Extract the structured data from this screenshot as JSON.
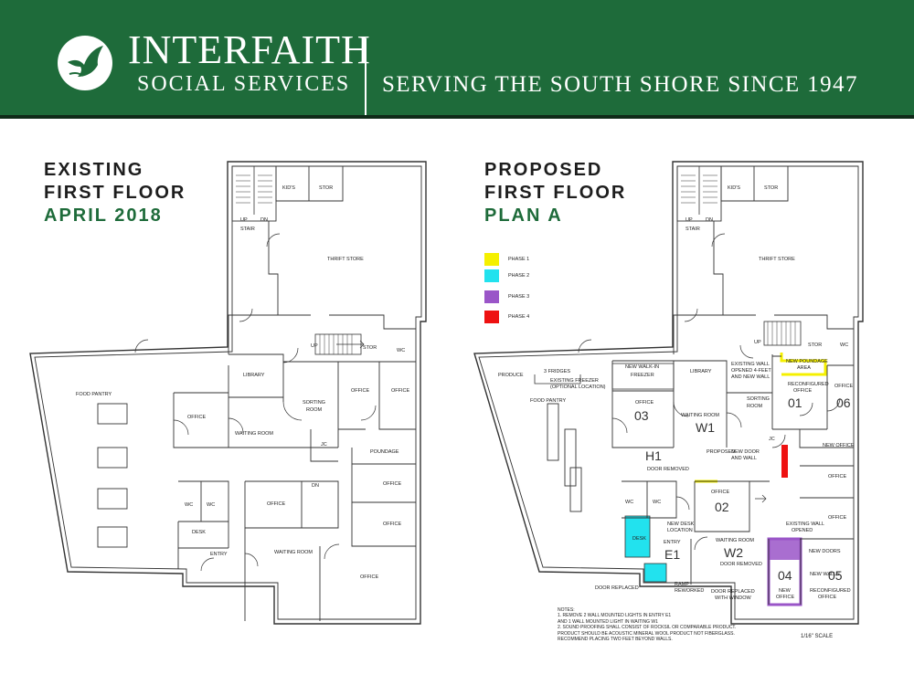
{
  "header": {
    "brand_line1": "INTERFAITH",
    "brand_line2": "SOCIAL SERVICES",
    "tagline": "SERVING THE SOUTH SHORE SINCE 1947",
    "color": "#1e6b3a",
    "logo_icon": "dove-icon"
  },
  "existing": {
    "title_line1": "EXISTING",
    "title_line2": "FIRST FLOOR",
    "title_line3": "APRIL 2018",
    "rooms": {
      "kids": "KID'S",
      "stor_top": "STOR",
      "up": "UP",
      "dn": "DN",
      "stair": "STAIR",
      "thrift": "THRIFT STORE",
      "up2": "UP",
      "stor2": "STOR",
      "wc_right": "WC",
      "library": "LIBRARY",
      "food_pantry": "FOOD PANTRY",
      "office_a": "OFFICE",
      "waiting": "WAITING ROOM",
      "sorting_line1": "SORTING",
      "sorting_line2": "ROOM",
      "office_b": "OFFICE",
      "office_c": "OFFICE",
      "jc": "JC",
      "poundage": "POUNDAGE",
      "office_d": "OFFICE",
      "office_e": "OFFICE",
      "office_f": "OFFICE",
      "wc1": "WC",
      "wc2": "WC",
      "office_g": "OFFICE",
      "dn2": "DN",
      "desk": "DESK",
      "entry": "ENTRY",
      "waiting2": "WAITING ROOM"
    }
  },
  "proposed": {
    "title_line1": "PROPOSED",
    "title_line2": "FIRST FLOOR",
    "title_line3": "PLAN A",
    "legend": [
      {
        "label": "PHASE 1",
        "color": "#f5f000"
      },
      {
        "label": "PHASE 2",
        "color": "#22e2ee"
      },
      {
        "label": "PHASE 3",
        "color": "#9a55c8"
      },
      {
        "label": "PHASE 4",
        "color": "#ee1111"
      }
    ],
    "rooms": {
      "kids": "KID'S",
      "stor_top": "STOR",
      "up": "UP",
      "dn": "DN",
      "stair": "STAIR",
      "thrift": "THRIFT STORE",
      "up2": "UP",
      "stor2": "STOR",
      "wc_right": "WC",
      "produce": "PRODUCE",
      "fridges": "3 FRIDGES",
      "freezer_line1": "EXISTING FREEZER",
      "freezer_line2": "(OPTIONAL LOCATION)",
      "walkin_line1": "NEW WALK-IN",
      "walkin_line2": "FREEZER",
      "library": "LIBRARY",
      "wall_line1": "EXISTING WALL",
      "wall_line2": "OPENED 4-FEET",
      "wall_line3": "AND NEW WALL",
      "poundage_line1": "NEW POUNDAGE",
      "poundage_line2": "AREA",
      "food_pantry": "FOOD PANTRY",
      "office_03": "OFFICE",
      "code_03": "03",
      "waiting_w1": "WAITING ROOM",
      "code_w1": "W1",
      "sorting_line1": "SORTING",
      "sorting_line2": "ROOM",
      "reconf_line1": "RECONFIGURED",
      "reconf_line2": "OFFICE",
      "code_01": "01",
      "office_06": "OFFICE",
      "code_06": "06",
      "jc": "JC",
      "new_office": "NEW OFFICE",
      "code_h1": "H1",
      "door_removed": "DOOR REMOVED",
      "proposed_door_line1": "PROPOSED",
      "proposed_door_line2": "NEW DOOR",
      "proposed_door_line3": "AND WALL",
      "office_right1": "OFFICE",
      "office_02": "OFFICE",
      "code_02": "02",
      "wc1": "WC",
      "wc2": "WC",
      "desk": "DESK",
      "new_desk_line1": "NEW DESK",
      "new_desk_line2": "LOCATION",
      "entry": "ENTRY",
      "code_e1": "E1",
      "existing_wall_opened_line1": "EXISTING WALL",
      "existing_wall_opened_line2": "OPENED",
      "office_right2": "OFFICE",
      "waiting_w2": "WAITING ROOM",
      "code_w2": "W2",
      "door_removed2": "DOOR REMOVED",
      "new_doors": "NEW DOORS",
      "new_walls": "NEW WALLS",
      "code_04": "04",
      "code_05": "05",
      "new_office2_line1": "NEW",
      "new_office2_line2": "OFFICE",
      "reconf2_line1": "RECONFIGURED",
      "reconf2_line2": "OFFICE",
      "door_replaced": "DOOR REPLACED",
      "ramp_line1": "RAMP",
      "ramp_line2": "REWORKED",
      "door_replaced_window_line1": "DOOR REPLACED",
      "door_replaced_window_line2": "WITH WINDOW"
    },
    "notes": [
      "NOTES:",
      "1.  REMOVE 2 WALL MOUNTED LIGHTS IN ENTRY E1",
      "     AND 1 WALL MOUNTED LIGHT IN WAITING W1",
      "2.  SOUND PROOFING SHALL CONSIST OF ROCKSIL OR COMPARABLE PRODUCT.",
      "     PRODUCT SHOULD BE ACOUSTIC MINERAL WOOL PRODUCT NOT FIBERGLASS.",
      "     RECOMMEND PLACING TWO FEET BEYOND WALLS."
    ],
    "scale": "1/16\" SCALE"
  }
}
